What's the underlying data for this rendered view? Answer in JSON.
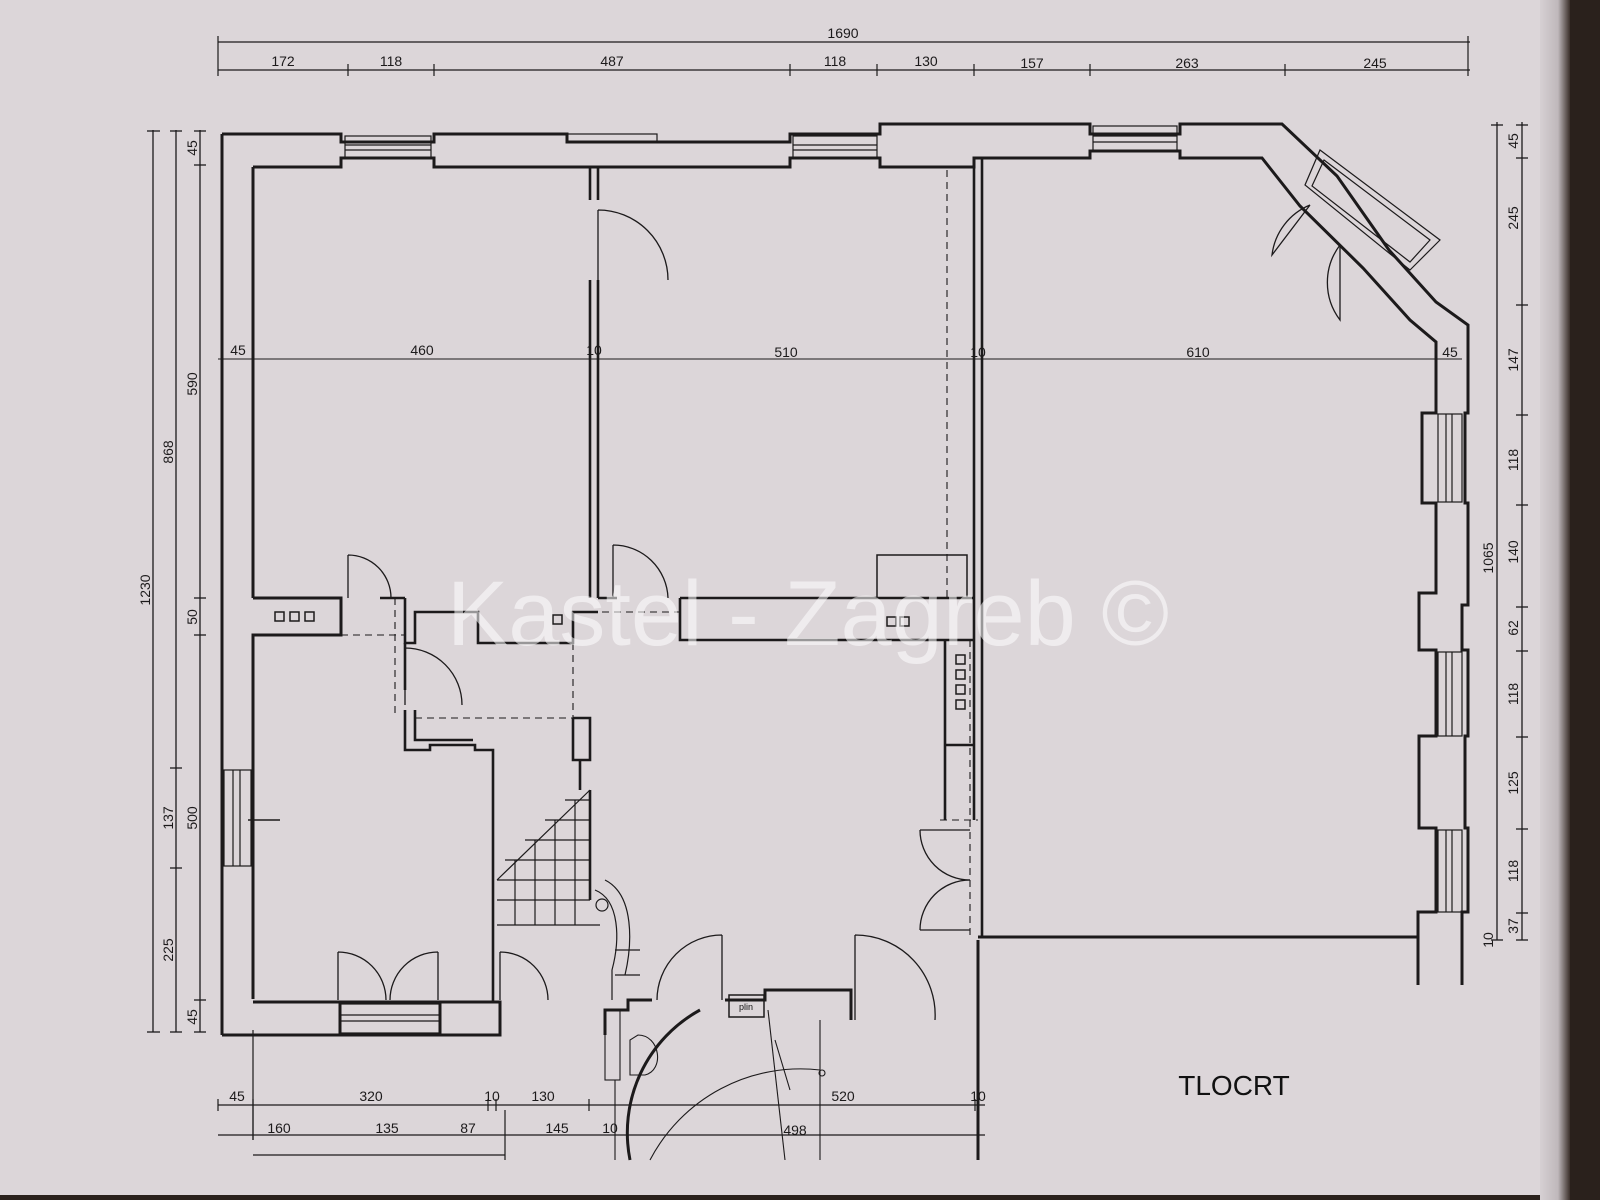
{
  "plan": {
    "title": "TLOCRT",
    "watermark": "Kastel - Zagreb ©",
    "label_gas": "plin"
  },
  "dimensions": {
    "top_total": "1690",
    "top_segments": [
      "172",
      "118",
      "487",
      "118",
      "130",
      "157",
      "263",
      "245"
    ],
    "left_total": "1230",
    "left_mid": [
      "868",
      "137",
      "225"
    ],
    "left_inner": [
      "45",
      "590",
      "50",
      "500",
      "45"
    ],
    "right_total": "1065",
    "right_outer": [
      "45",
      "245",
      "147",
      "118",
      "140",
      "62",
      "118",
      "125",
      "118",
      "37"
    ],
    "right_small": "10",
    "interior_row": [
      "45",
      "460",
      "10",
      "510",
      "10",
      "610",
      "45"
    ],
    "bottom_row1": [
      "45",
      "320",
      "10",
      "130",
      "520",
      "10"
    ],
    "bottom_row2": [
      "160",
      "135",
      "87",
      "145",
      "10",
      "498"
    ]
  },
  "colors": {
    "paper": "#dcd6d9",
    "ink": "#1c1a1b",
    "background": "#2a211c"
  }
}
